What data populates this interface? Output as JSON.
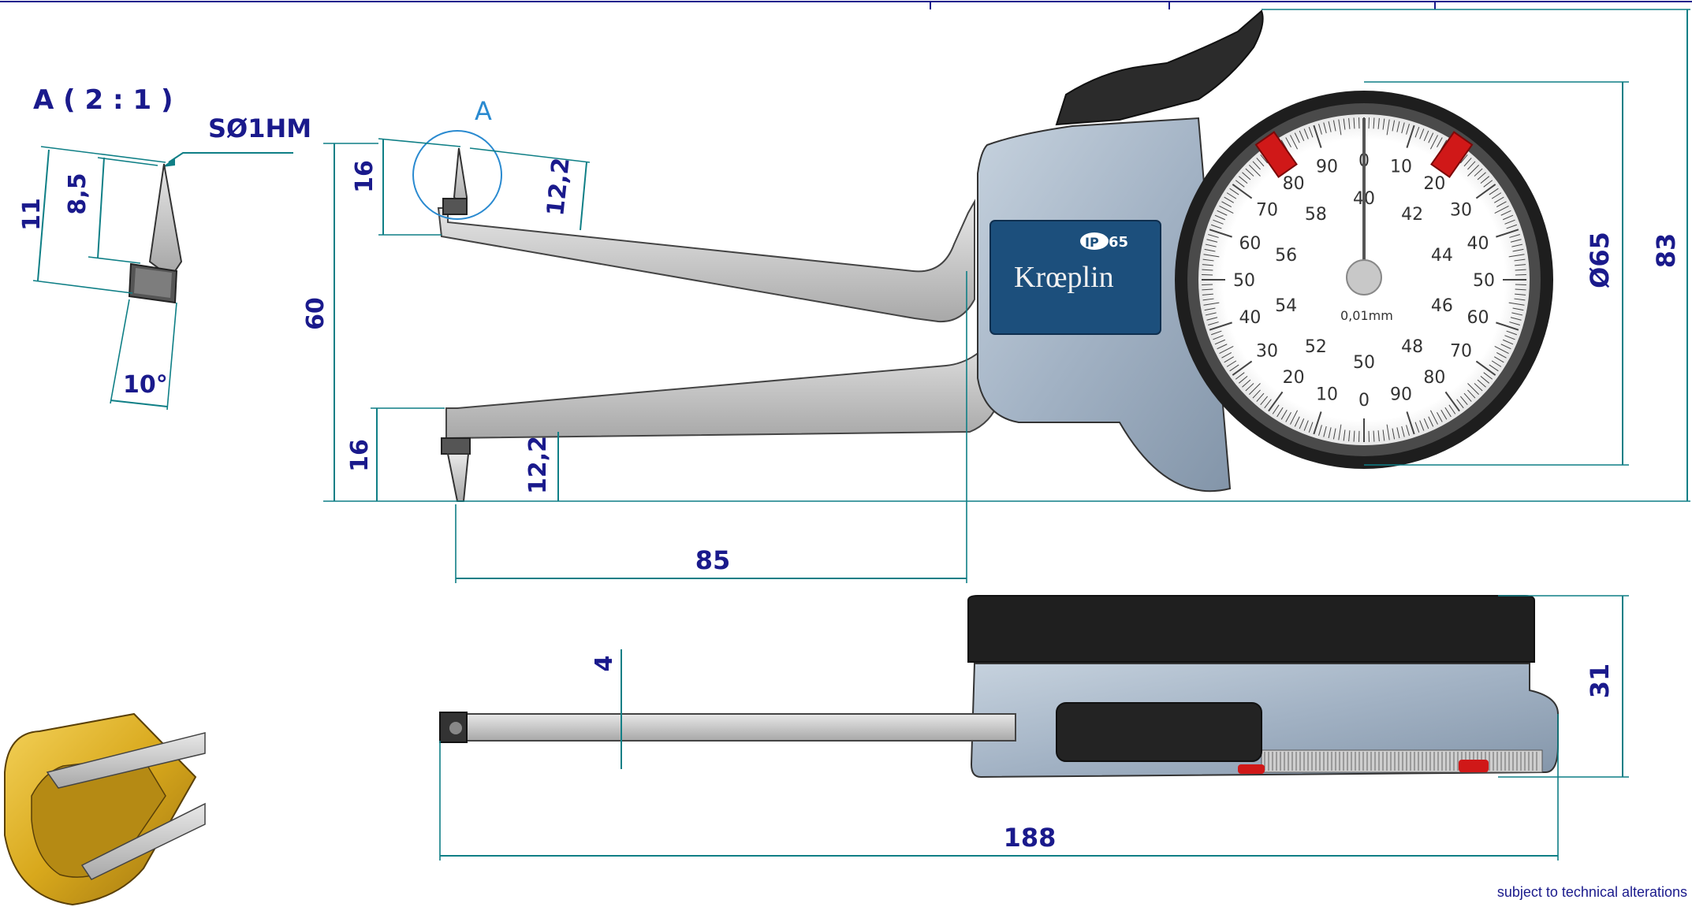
{
  "detail": {
    "title": "A ( 2 : 1 )",
    "tip_label": "SØ1HM",
    "dim_11": "11",
    "dim_8_5": "8,5",
    "angle": "10°"
  },
  "detail_marker": "A",
  "front_view": {
    "dim_top_16": "16",
    "dim_top_12_2": "12,2",
    "dim_60": "60",
    "dim_bottom_16": "16",
    "dim_bottom_12_2": "12,2",
    "dim_85": "85",
    "dim_diameter": "Ø65",
    "dim_83": "83"
  },
  "gauge": {
    "brand": "Krœplin",
    "ip_badge": "IP",
    "ip_rating": "65",
    "resolution": "0,01mm",
    "outer_scale": [
      "0",
      "10",
      "20",
      "30",
      "40",
      "50",
      "60",
      "70",
      "80",
      "90",
      "0",
      "10",
      "20",
      "30",
      "40",
      "50",
      "60",
      "70",
      "80",
      "90"
    ],
    "inner_scale": [
      "40",
      "42",
      "44",
      "46",
      "48",
      "50",
      "52",
      "54",
      "56",
      "58"
    ]
  },
  "side_view": {
    "dim_4": "4",
    "dim_31": "31",
    "dim_188": "188"
  },
  "footer": "subject to technical alterations",
  "colors": {
    "dimension_text": "#1a1a8c",
    "dimension_line": "#0f7f86",
    "housing": "#aab8c8",
    "label_plate": "#1c4f7c",
    "marker_red": "#d01818",
    "bezel": "#1e1e1e",
    "detail_circle": "#2a8ad0"
  }
}
